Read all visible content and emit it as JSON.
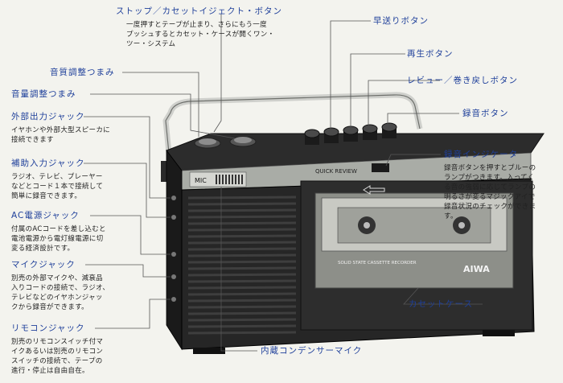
{
  "callouts": {
    "stop_eject": {
      "label": "ストップ／カセットイジェクト・ボタン",
      "desc": "一度押すとテープが止まり、さらにもう一度\nプッシュするとカセット・ケースが開くワン・\nツー・システム"
    },
    "fast_forward": {
      "label": "早送りボタン"
    },
    "play": {
      "label": "再生ボタン"
    },
    "review_rewind": {
      "label": "レビュー／巻き戻しボタン"
    },
    "record": {
      "label": "録音ボタン"
    },
    "tone": {
      "label": "音質調整つまみ"
    },
    "volume": {
      "label": "音量調整つまみ"
    },
    "ext_out": {
      "label": "外部出力ジャック",
      "desc": "イヤホンや外部大型スピーカに\n接続できます"
    },
    "aux_in": {
      "label": "補助入力ジャック",
      "desc": "ラジオ、テレビ、プレーヤー\nなどとコード１本で接続して\n簡単に録音できます。"
    },
    "ac_power": {
      "label": "AC電源ジャック",
      "desc": "付属のACコードを差し込むと\n電池電源から電灯線電源に切\n変る経済設計です。"
    },
    "mic_jack": {
      "label": "マイクジャック",
      "desc": "別売の外部マイクや、減衰品\n入りコードの接続で、ラジオ、\nテレビなどのイヤホンジャッ\nクから録音ができます。"
    },
    "remote": {
      "label": "リモコンジャック",
      "desc": "別売のリモコンスイッチ付マ\nイクあるいは別売のリモコン\nスイッチの接続で、テープの\n進行・停止は自由自在。"
    },
    "rec_indicator": {
      "label": "録音インジケータ",
      "desc": "録音ボタンを押すとブルーの\nランプがつきます。入ってく\nる音の強弱に応じてランプの\n明るさが変るマジックアイで\n録音状況のチェックができま\nす。"
    },
    "cassette_case": {
      "label": "カセットケース"
    },
    "condenser_mic": {
      "label": "内蔵コンデンサーマイク"
    }
  },
  "device": {
    "panel_text": "QUICK  REVIEW",
    "mic_text": "MIC",
    "brand": "AIWA",
    "deck_text": "SOLID STATE   CASSETTE RECORDER"
  }
}
